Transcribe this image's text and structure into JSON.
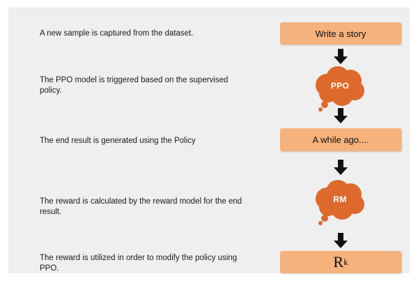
{
  "steps": [
    {
      "description": "A new sample is captured from the dataset.",
      "node_type": "box",
      "node_label": "Write a story"
    },
    {
      "description": "The PPO model is triggered based on the supervised policy.",
      "node_type": "cloud",
      "node_label": "PPO"
    },
    {
      "description": "The end result is generated using the Policy",
      "node_type": "box",
      "node_label": "A while ago...."
    },
    {
      "description": "The reward is calculated by the reward model for the end result.",
      "node_type": "cloud",
      "node_label": "RM"
    },
    {
      "description": "The reward is utilized in order to modify the policy using PPO.",
      "node_type": "box",
      "node_label": "R",
      "node_label_subscript": "k"
    }
  ],
  "colors": {
    "box_fill": "#f5b27d",
    "cloud_fill": "#dd6a2c",
    "arrow": "#111111",
    "background": "#efefef"
  },
  "icons": [
    "down-arrow-icon",
    "thought-cloud-icon"
  ]
}
